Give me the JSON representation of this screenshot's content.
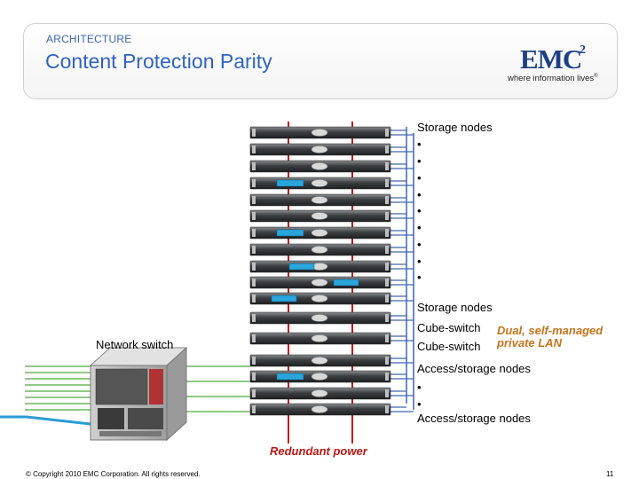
{
  "header": {
    "section": "ARCHITECTURE",
    "title": "Content Protection Parity"
  },
  "logo": {
    "brand": "EMC",
    "superscript": "2",
    "tagline": "where information lives",
    "registered_mark": "®"
  },
  "diagram": {
    "rack_labels": [
      "Storage nodes",
      "•",
      "•",
      "•",
      "•",
      "•",
      "•",
      "•",
      "•",
      "•",
      "Storage nodes",
      "Cube-switch",
      "Cube-switch",
      "Access/storage nodes",
      "•",
      "•",
      "Access/storage nodes"
    ],
    "lan_label_line1": "Dual, self-managed",
    "lan_label_line2": "private LAN",
    "power_label": "Redundant power",
    "network_switch_label": "Network switch",
    "colors": {
      "lan_line": "#3f67b5",
      "power_line": "#c41a1a",
      "network_line": "#4caa3c",
      "uplink_line": "#2a9bd4",
      "disk_accent": "#2ba6dc"
    }
  },
  "footer": {
    "copyright": "© Copyright 2010 EMC Corporation. All rights reserved.",
    "page_number": "11"
  }
}
